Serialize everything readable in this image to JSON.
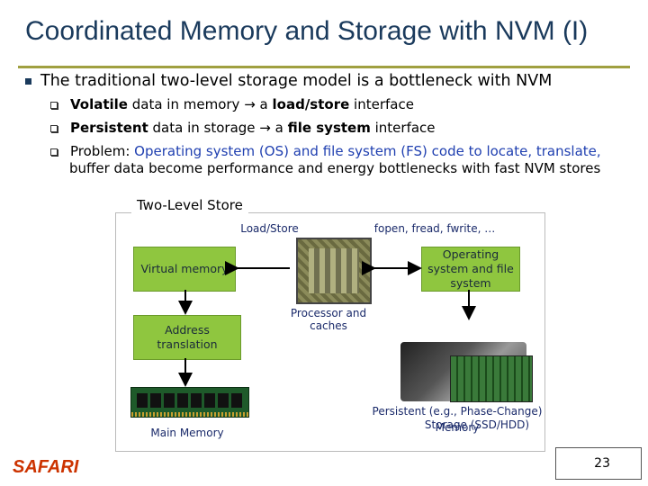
{
  "slide": {
    "title": "Coordinated Memory and Storage with NVM (I)",
    "main_bullet": "The traditional two-level storage model is a bottleneck with NVM",
    "sub1": {
      "bold": "Volatile",
      "t1": " data in memory ",
      "arrow": "→",
      "t2": " a ",
      "bold2": "load/store",
      "t3": " interface"
    },
    "sub2": {
      "bold": "Persistent",
      "t1": " data in storage ",
      "arrow": "→",
      "t2": " a ",
      "bold2": "file system",
      "t3": " interface"
    },
    "sub3": {
      "t1": "Problem: ",
      "blue": "Operating system (OS) and file system (FS) code to locate, translate,",
      "t2": "buffer data become performance and energy bottlenecks with fast NVM stores"
    },
    "page_number": "23",
    "logo": "SAFARI"
  },
  "diagram": {
    "box_title": "Two-Level Store",
    "load_store": "Load/Store",
    "fopen": "fopen, fread, fwrite, …",
    "virtual_memory": "Virtual memory",
    "address_translation": "Address translation",
    "os_fs": "Operating system and file system",
    "processor": "Processor and caches",
    "main_memory": "Main Memory",
    "persistent": "Persistent (e.g., Phase-Change)",
    "storage": "Storage (SSD/HDD)",
    "memory": "Memory",
    "accent": "#8fc63f"
  }
}
